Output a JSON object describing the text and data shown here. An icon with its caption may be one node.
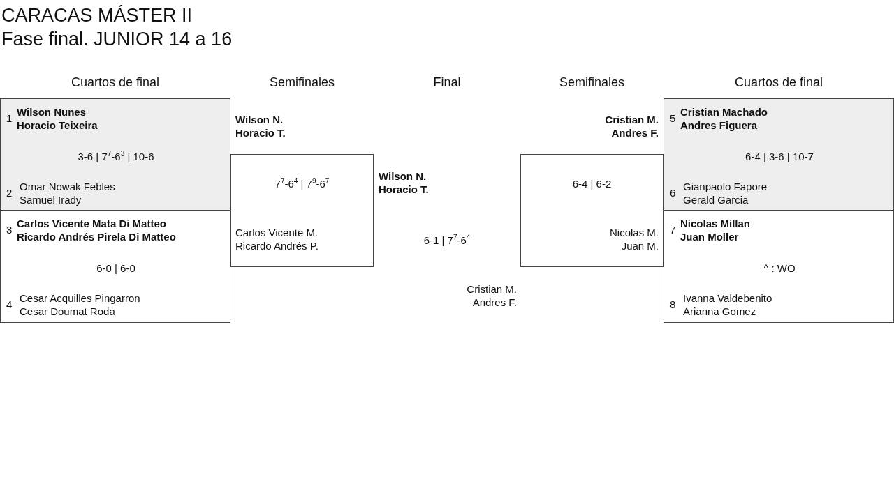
{
  "diagram": {
    "title": "CARACAS MÁSTER II",
    "nodes": [
      {
        "text": [
          "1",
          "Wilson Nunes",
          "Horacio Teixeira",
          "3-6 | 7$^{7}$-6$^{3}$ | 10-6",
          "2",
          "Omar Nowak Febles",
          "Samuel Irady"
        ]
      },
      {
        "text": [
          "3",
          "Carlos Vicente Mata Di Matteo",
          "Ricardo Andrés Pirela Di Matteo",
          "6-0 | 6-0",
          "4",
          "Cesar Acquilles Pingarron",
          "Cesar Doumat Roda"
        ]
      },
      {
        "text": [
          "Wilson N.",
          "Horacio T.",
          "7$^{7}$-6$^{4}$ | 7$^{9}$-6$^{7}$",
          "Carlos Vicente M.",
          "Ricardo Andrés P."
        ]
      },
      {
        "text": [
          "Cristian M.",
          "Andres F.",
          "6-4 | 6-2",
          "Nicolas M.",
          "Juan M."
        ]
      },
      {
        "text": [
          "5",
          "Cristian Machado",
          "Andres Figuera",
          "6-4 | 3-6 | 10-7",
          "6",
          "Gianpaolo Fapore",
          "Gerald Garcia"
        ]
      },
      {
        "text": [
          "7",
          "Nicolas Millan",
          "Juan Moller",
          "^ : WO",
          "8",
          "Ivanna Valdebenito",
          "Arianna Gomez"
        ]
      }
    ],
    "labels": [
      "Fase final. JUNIOR 14 a 16",
      "Cuartos de final",
      "Semifinales",
      "Final",
      "Semifinales",
      "Cuartos de final",
      "Wilson N.",
      "Horacio T.",
      "6-1 | 7$^{7}$-6$^{4}$",
      "Cristian M.",
      "Andres F."
    ]
  }
}
